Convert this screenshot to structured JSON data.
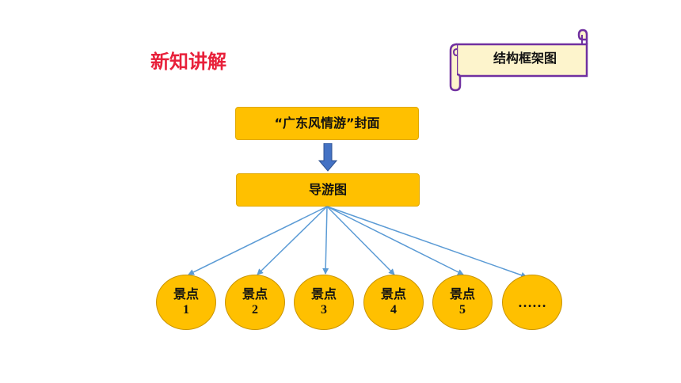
{
  "header": {
    "title": "新知讲解",
    "badge": "结构框架图"
  },
  "diagram": {
    "cover": "“广东风情游”封面",
    "guide_map": "导游图",
    "spots": [
      {
        "label": "景点",
        "number": "1"
      },
      {
        "label": "景点",
        "number": "2"
      },
      {
        "label": "景点",
        "number": "3"
      },
      {
        "label": "景点",
        "number": "4"
      },
      {
        "label": "景点",
        "number": "5"
      }
    ],
    "more": "……"
  },
  "colors": {
    "title_red": "#e8203a",
    "node_fill": "#ffc000",
    "connector_blue": "#5b9bd5",
    "arrow_blue": "#4472c4",
    "scroll_border": "#7030a0",
    "scroll_fill": "#fdf4cc"
  }
}
